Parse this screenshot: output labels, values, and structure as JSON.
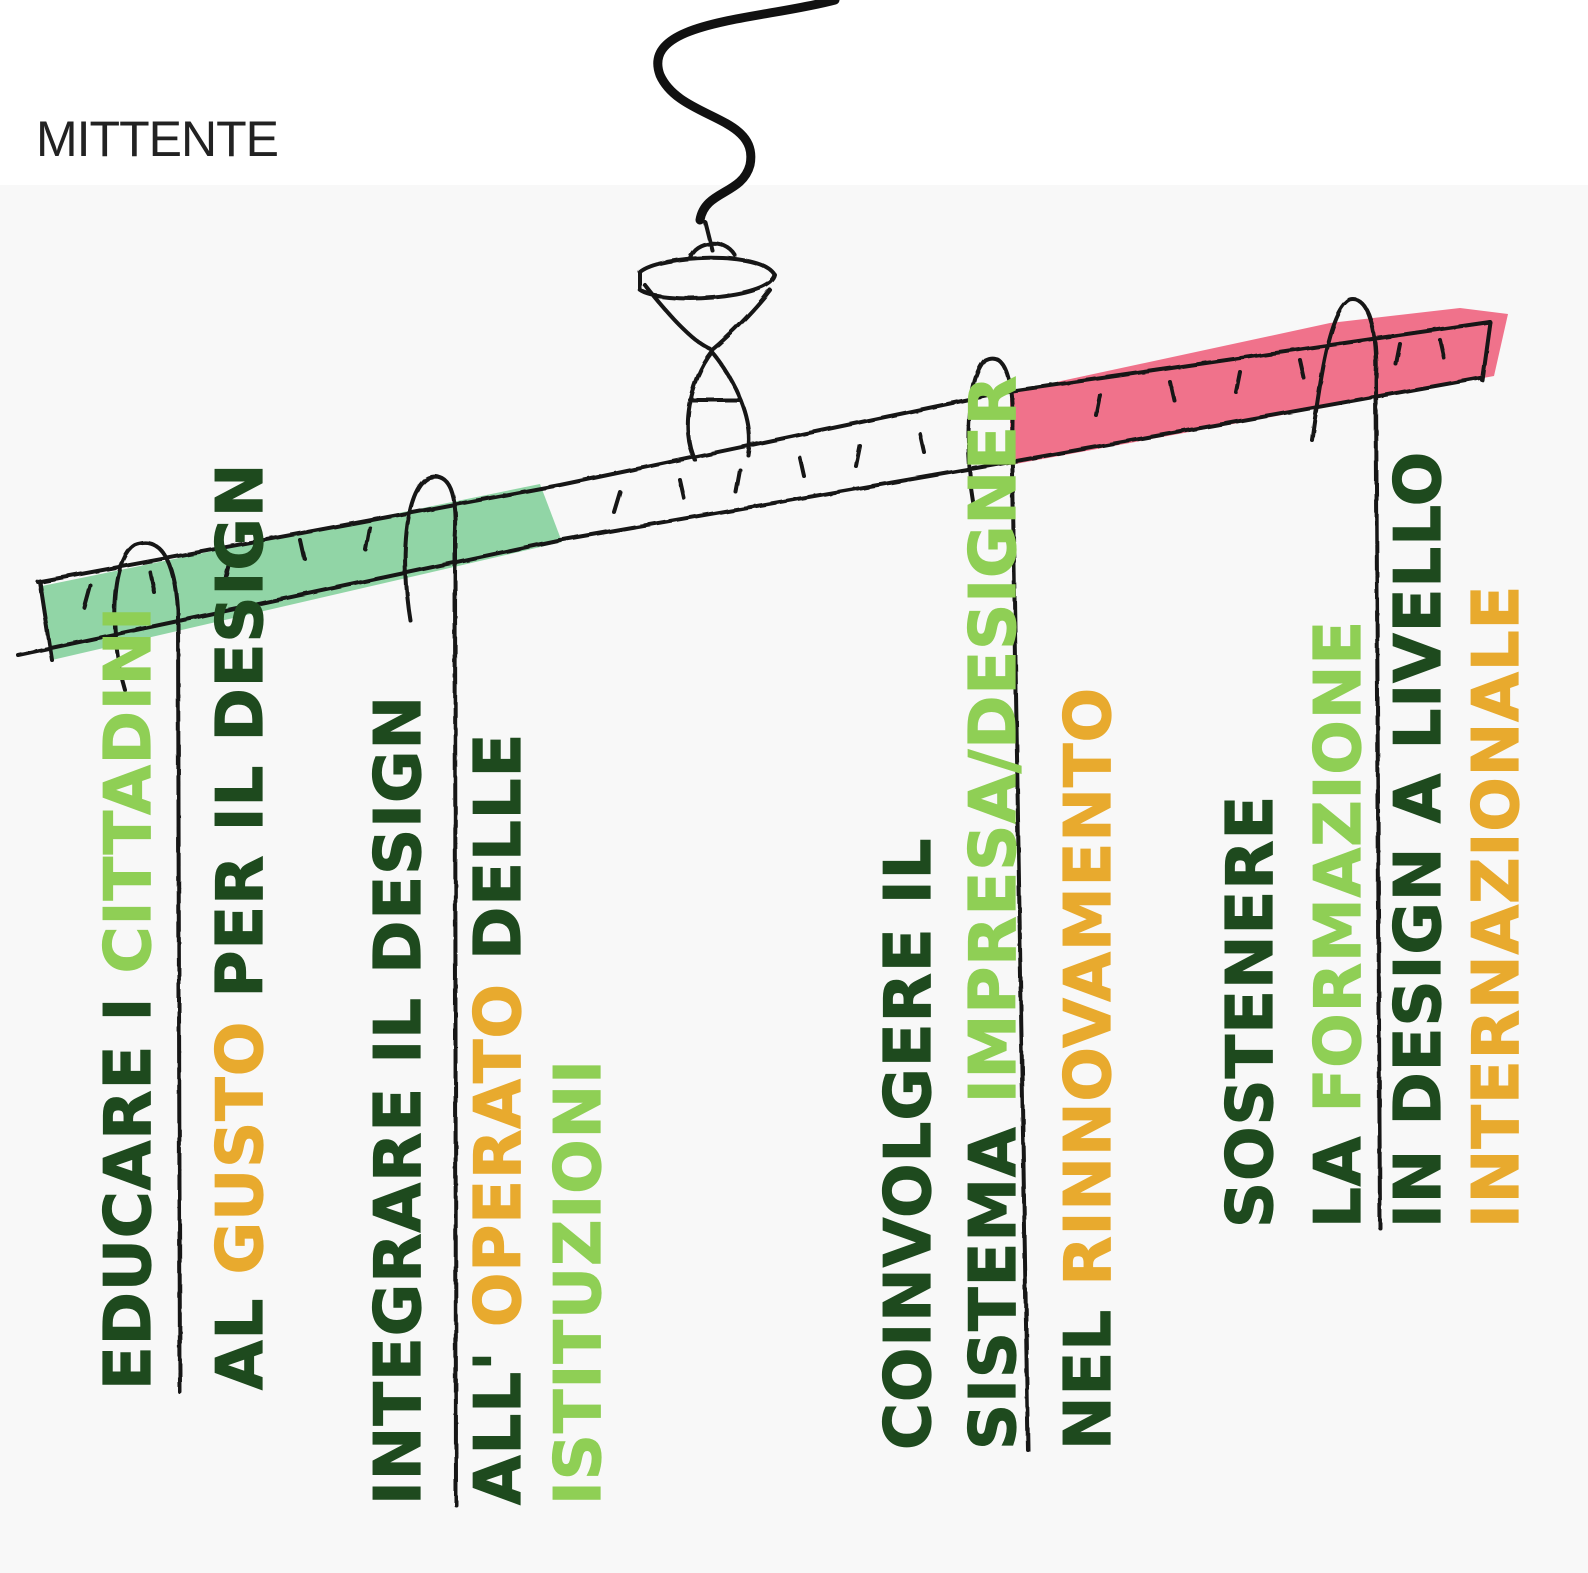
{
  "title": "MITTENTE",
  "colors": {
    "dark_green": "#1e4a1e",
    "light_green": "#8fcf55",
    "orange": "#e8aa2e",
    "band_green": "#7fcf98",
    "band_red": "#ef5a78",
    "ink": "#141414"
  },
  "labels": [
    {
      "lines": [
        [
          {
            "text": "EDUCARE I ",
            "color": "dark_green"
          },
          {
            "text": "CITTADINI",
            "color": "light_green"
          }
        ],
        [
          {
            "text": "AL ",
            "color": "dark_green"
          },
          {
            "text": "GUSTO",
            "color": "orange"
          },
          {
            "text": " PER IL DESIGN",
            "color": "dark_green"
          }
        ]
      ]
    },
    {
      "lines": [
        [
          {
            "text": "INTEGRARE IL DESIGN",
            "color": "dark_green"
          }
        ],
        [
          {
            "text": "ALL' ",
            "color": "dark_green"
          },
          {
            "text": "OPERATO",
            "color": "orange"
          },
          {
            "text": " DELLE",
            "color": "dark_green"
          }
        ],
        [
          {
            "text": "ISTITUZIONI",
            "color": "light_green"
          }
        ]
      ]
    },
    {
      "lines": [
        [
          {
            "text": "COINVOLGERE IL",
            "color": "dark_green"
          }
        ],
        [
          {
            "text": "SISTEMA ",
            "color": "dark_green"
          },
          {
            "text": "IMPRESA/DESIGNER",
            "color": "light_green"
          }
        ],
        [
          {
            "text": "NEL ",
            "color": "dark_green"
          },
          {
            "text": "RINNOVAMENTO",
            "color": "orange"
          }
        ]
      ]
    },
    {
      "lines": [
        [
          {
            "text": "SOSTENERE",
            "color": "dark_green"
          }
        ],
        [
          {
            "text": "LA ",
            "color": "dark_green"
          },
          {
            "text": "FORMAZIONE",
            "color": "light_green"
          }
        ],
        [
          {
            "text": "IN DESIGN A LIVELLO",
            "color": "dark_green"
          }
        ],
        [
          {
            "text": "INTERNAZIONALE",
            "color": "orange"
          }
        ]
      ]
    }
  ]
}
